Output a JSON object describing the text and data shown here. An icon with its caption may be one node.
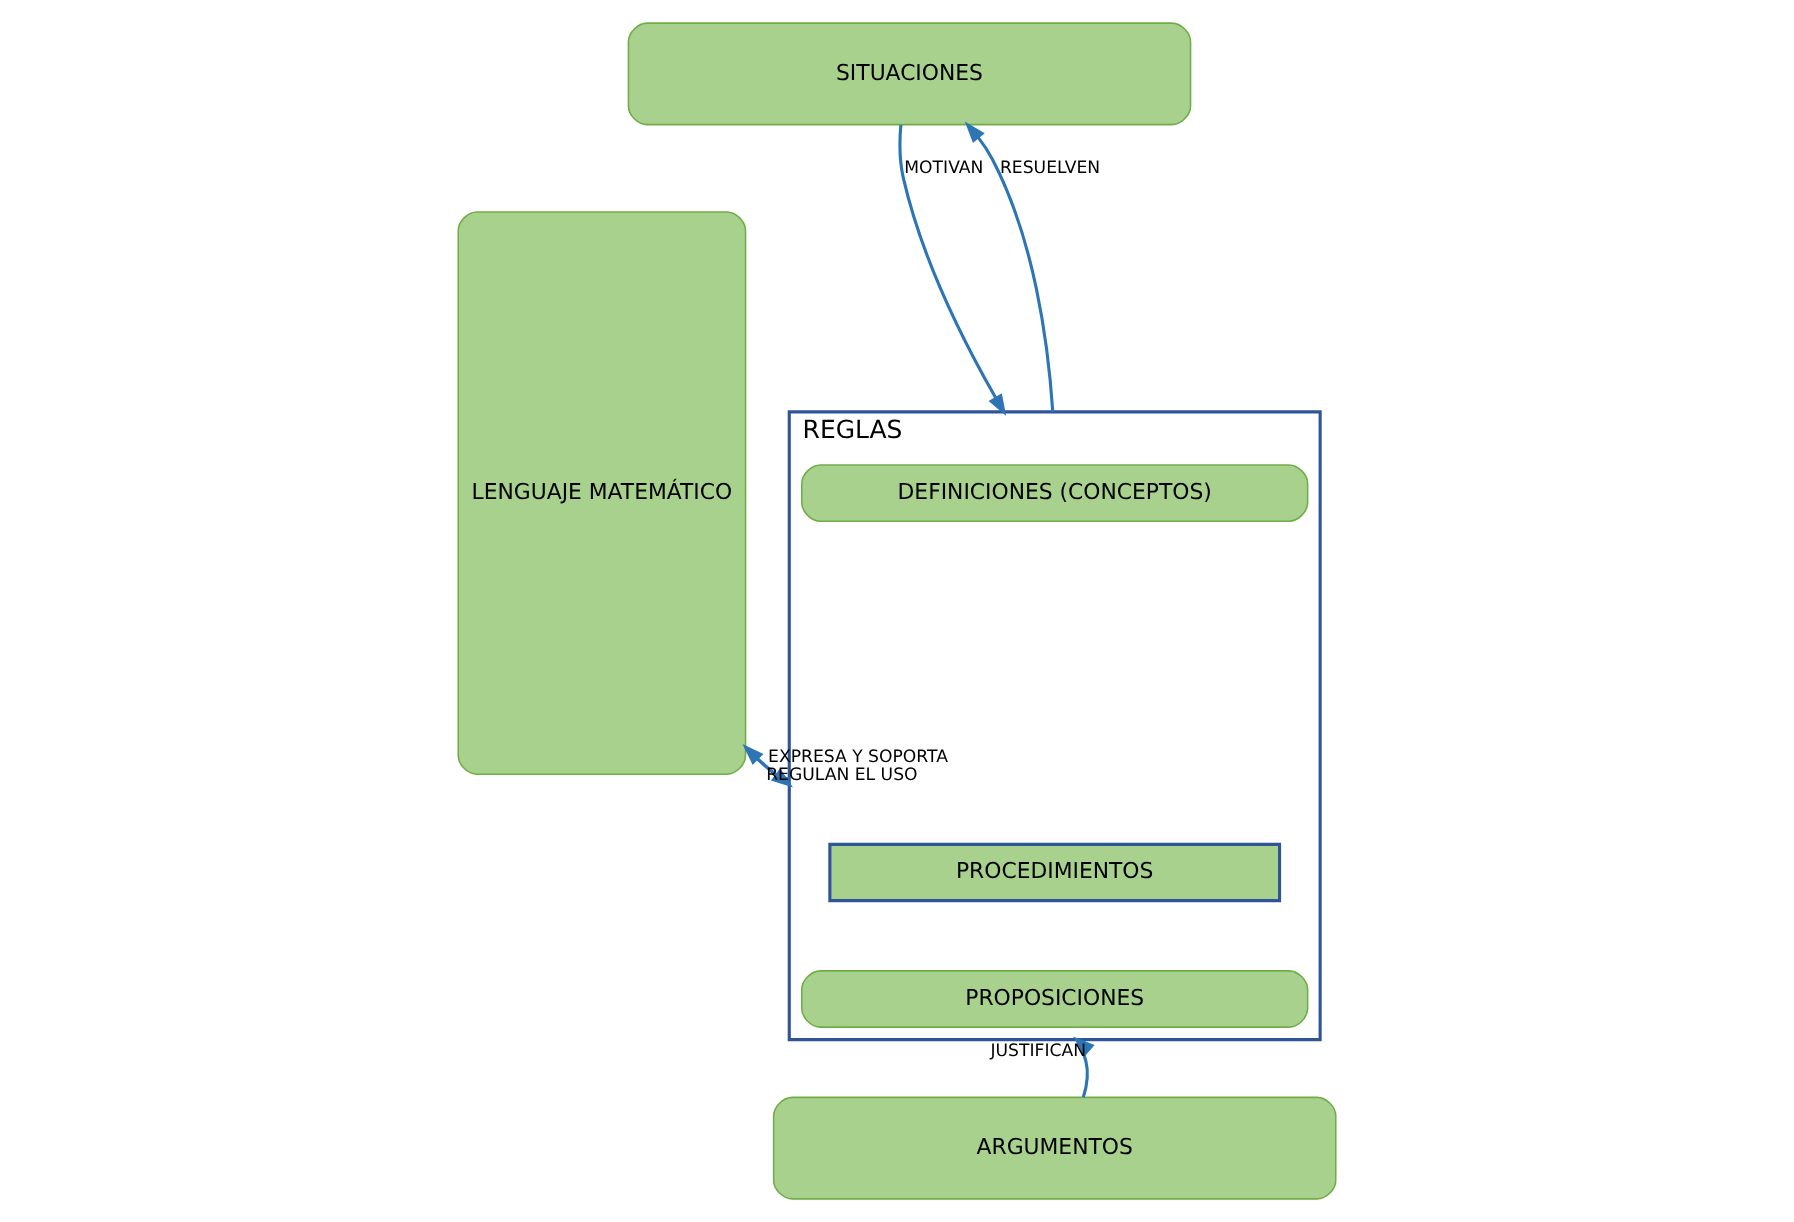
{
  "diagram": {
    "nodes": [
      {
        "text": [
          "LENGUAJE MATEMÁTICO"
        ]
      },
      {
        "text": [
          "SITUACIONES"
        ]
      },
      {
        "text": [
          "REGLAS"
        ]
      },
      {
        "text": [
          "DEFINICIONES (CONCEPTOS)"
        ],
        "in": 2
      },
      {
        "text": [
          "PROCEDIMIENTOS"
        ],
        "in": 2
      },
      {
        "text": [
          "PROPOSICIONES"
        ],
        "in": 2
      },
      {
        "text": [
          "ARGUMENTOS"
        ]
      }
    ],
    "edges": [
      {
        "from": 1,
        "to": 2,
        "arrow": "to",
        "label": "MOTIVAN"
      },
      {
        "from": 2,
        "to": 1,
        "arrow": "to",
        "label": "RESUELVEN"
      },
      {
        "from": 0,
        "to": 2,
        "arrow": "to",
        "label": "EXPRESA Y SOPORTA"
      },
      {
        "from": 2,
        "to": 0,
        "arrow": "to",
        "label": "REGULAN EL USO"
      },
      {
        "from": 6,
        "to": 2,
        "arrow": "to",
        "label": "JUSTIFICAN"
      }
    ]
  }
}
